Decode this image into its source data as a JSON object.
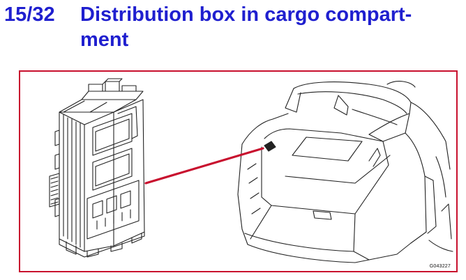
{
  "section": {
    "number": "15/32",
    "title": "Distribution box in cargo compart-\nment"
  },
  "figure": {
    "code": "G043227",
    "leader_color": "#c8102e",
    "title_color": "#1f1fcf",
    "border_color": "#c8102e"
  }
}
